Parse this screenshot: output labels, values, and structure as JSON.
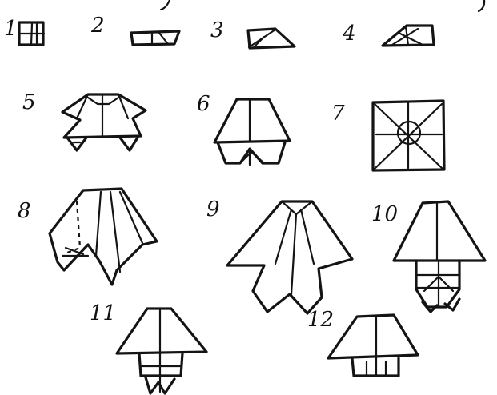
{
  "steps": [
    {
      "label": "1"
    },
    {
      "label": "2"
    },
    {
      "label": "3"
    },
    {
      "label": "4"
    },
    {
      "label": "5"
    },
    {
      "label": "6"
    },
    {
      "label": "7"
    },
    {
      "label": "8"
    },
    {
      "label": "9"
    },
    {
      "label": "10"
    },
    {
      "label": "11"
    },
    {
      "label": "12"
    }
  ]
}
